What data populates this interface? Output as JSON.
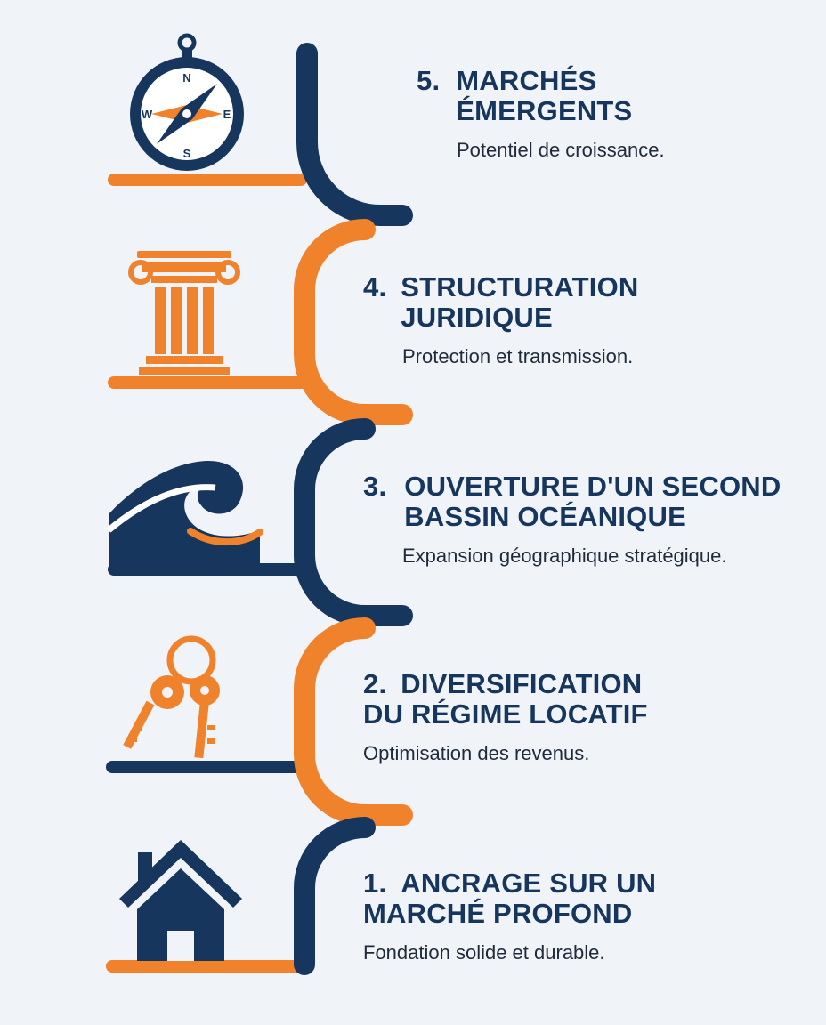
{
  "colors": {
    "navy": "#17365d",
    "orange": "#f0822b",
    "background": "#f0f3f8"
  },
  "steps": [
    {
      "number": "5.",
      "title": "MARCHÉS\nÉMERGENTS",
      "description": "Potentiel de croissance.",
      "icon": "compass-icon",
      "compass": {
        "n": "N",
        "s": "S",
        "e": "E",
        "w": "W"
      }
    },
    {
      "number": "4.",
      "title": "STRUCTURATION\nJURIDIQUE",
      "description": "Protection et transmission.",
      "icon": "column-icon"
    },
    {
      "number": "3.",
      "title": "OUVERTURE D'UN SECOND\nBASSIN OCÉANIQUE",
      "description": "Expansion géographique stratégique.",
      "icon": "wave-icon"
    },
    {
      "number": "2.",
      "title": "DIVERSIFICATION\nDU RÉGIME LOCATIF",
      "description": "Optimisation des revenus.",
      "icon": "keys-icon"
    },
    {
      "number": "1.",
      "title": "ANCRAGE SUR UN\nMARCHÉ PROFOND",
      "description": "Fondation solide et durable.",
      "icon": "house-icon"
    }
  ]
}
